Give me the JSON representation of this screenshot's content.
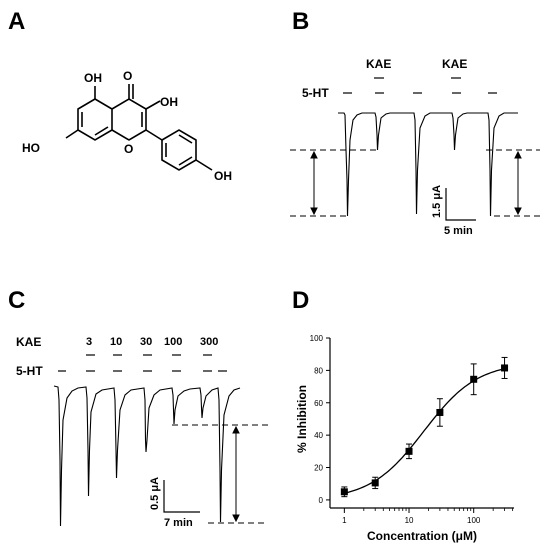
{
  "panels": {
    "a": "A",
    "b": "B",
    "c": "C",
    "d": "D"
  },
  "structure": {
    "oh1": "OH",
    "o_carbonyl": "O",
    "oh2": "OH",
    "oh3": "HO",
    "o_ring": "O",
    "oh4": "OH"
  },
  "panel_b": {
    "drug_label_1": "KAE",
    "drug_label_2": "KAE",
    "agonist_label": "5-HT",
    "scale_y": "1.5 μA",
    "scale_x": "5 min"
  },
  "panel_c": {
    "drug_label": "KAE",
    "agonist_label": "5-HT",
    "concentrations": [
      "3",
      "10",
      "30",
      "100",
      "300"
    ],
    "scale_y": "0.5 μA",
    "scale_x": "7 min"
  },
  "chart_data": {
    "type": "scatter",
    "xscale": "log",
    "xlim": [
      0.6,
      420
    ],
    "ylim": [
      -5,
      100
    ],
    "xlabel": "Concentration (μM)",
    "ylabel": "% Inhibition",
    "x_ticks": [
      "1",
      "10",
      "100"
    ],
    "y_ticks": [
      "0",
      "20",
      "40",
      "60",
      "80",
      "100"
    ],
    "series": [
      {
        "x": [
          1,
          3,
          10,
          30,
          100,
          300
        ],
        "y": [
          5,
          10.5,
          30,
          54,
          74.5,
          81.5
        ],
        "err": [
          3,
          3.5,
          4.5,
          8.5,
          9.5,
          6.5
        ]
      }
    ],
    "fit": {
      "ic50": 17,
      "hill": 1.05,
      "top": 85
    }
  },
  "colors": {
    "trace": "#000000",
    "marker": "#000000"
  }
}
